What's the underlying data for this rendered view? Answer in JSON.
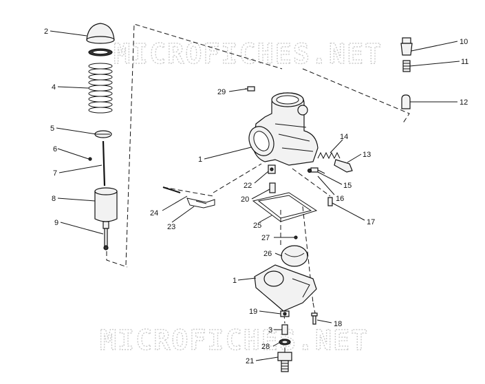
{
  "watermark": {
    "top": "MICROFICHES.NET",
    "bottom": "MICROFICHES.NET"
  },
  "callouts": [
    {
      "id": "c1a",
      "label": "1"
    },
    {
      "id": "c1b",
      "label": "1"
    },
    {
      "id": "c2",
      "label": "2"
    },
    {
      "id": "c3",
      "label": "3"
    },
    {
      "id": "c4",
      "label": "4"
    },
    {
      "id": "c5",
      "label": "5"
    },
    {
      "id": "c6",
      "label": "6"
    },
    {
      "id": "c7",
      "label": "7"
    },
    {
      "id": "c8",
      "label": "8"
    },
    {
      "id": "c9",
      "label": "9"
    },
    {
      "id": "c10",
      "label": "10"
    },
    {
      "id": "c11",
      "label": "11"
    },
    {
      "id": "c12",
      "label": "12"
    },
    {
      "id": "c13",
      "label": "13"
    },
    {
      "id": "c14",
      "label": "14"
    },
    {
      "id": "c15",
      "label": "15"
    },
    {
      "id": "c16",
      "label": "16"
    },
    {
      "id": "c17",
      "label": "17"
    },
    {
      "id": "c18",
      "label": "18"
    },
    {
      "id": "c19",
      "label": "19"
    },
    {
      "id": "c20",
      "label": "20"
    },
    {
      "id": "c21",
      "label": "21"
    },
    {
      "id": "c22",
      "label": "22"
    },
    {
      "id": "c23",
      "label": "23"
    },
    {
      "id": "c24",
      "label": "24"
    },
    {
      "id": "c25",
      "label": "25"
    },
    {
      "id": "c26",
      "label": "26"
    },
    {
      "id": "c27",
      "label": "27"
    },
    {
      "id": "c28",
      "label": "28"
    },
    {
      "id": "c29",
      "label": "29"
    }
  ]
}
